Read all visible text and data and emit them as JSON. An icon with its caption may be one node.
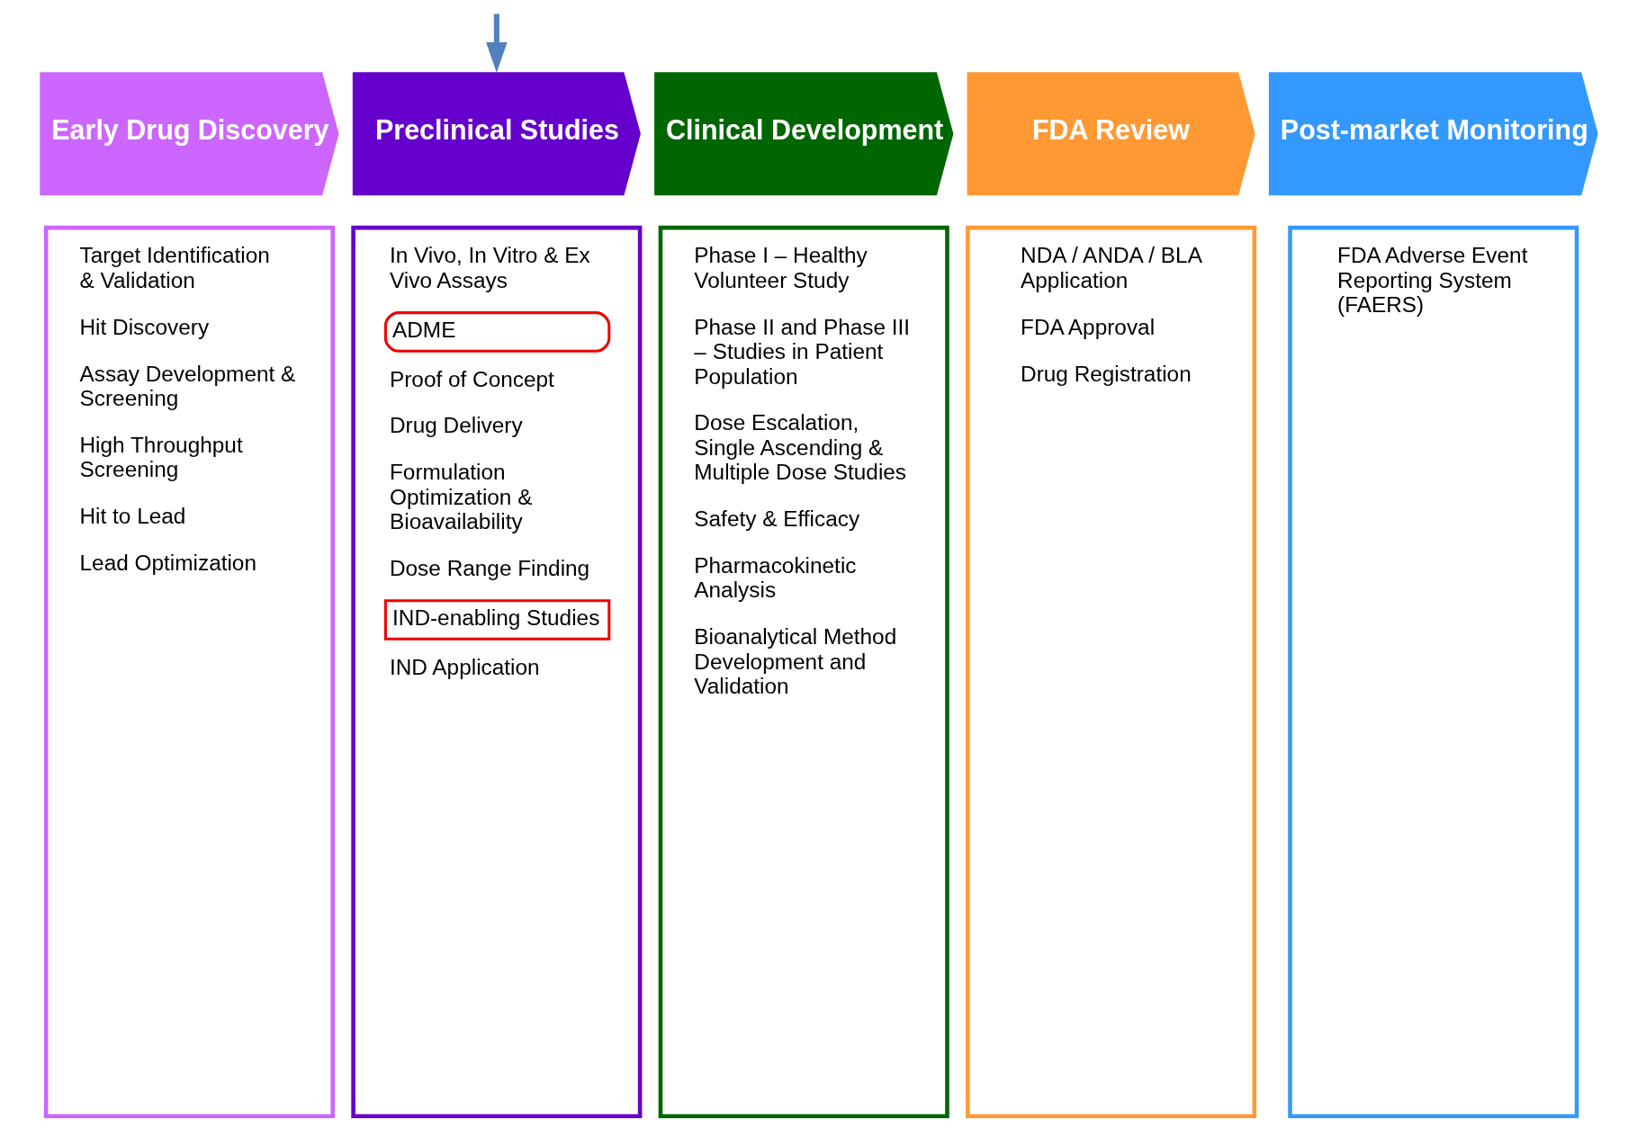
{
  "diagram": {
    "nodes": [
      {
        "text": [
          "Early Drug Discovery"
        ]
      },
      {
        "text": [
          "Preclinical Studies"
        ]
      },
      {
        "text": [
          "Clinical Development"
        ]
      },
      {
        "text": [
          "FDA Review"
        ]
      },
      {
        "text": [
          "Post-market Monitoring"
        ]
      },
      {
        "text": [
          "Target Identification & Validation",
          "Hit Discovery",
          "Assay Development & Screening",
          "High Throughput Screening",
          "Hit to Lead",
          "Lead Optimization"
        ]
      },
      {
        "text": [
          "In Vivo, In Vitro & Ex Vivo Assays",
          "ADME",
          "Proof of Concept",
          "Drug Delivery",
          "Formulation Optimization & Bioavailability",
          "Dose Range Finding",
          "IND-enabling Studies",
          "IND Application"
        ]
      },
      {
        "text": [
          "Phase I – Healthy Volunteer Study",
          "Phase II and Phase III – Studies in Patient Population",
          "Dose Escalation, Single Ascending & Multiple Dose Studies",
          "Safety & Efficacy",
          "Pharmacokinetic Analysis",
          "Bioanalytical Method Development and Validation"
        ]
      },
      {
        "text": [
          "NDA / ANDA / BLA Application",
          "FDA Approval",
          "Drug Registration"
        ]
      },
      {
        "text": [
          "FDA Adverse Event Reporting System (FAERS)"
        ]
      }
    ],
    "edges": [
      {
        "from": null,
        "to": 1,
        "arrow": "to",
        "color": "#4f81bd"
      }
    ]
  }
}
